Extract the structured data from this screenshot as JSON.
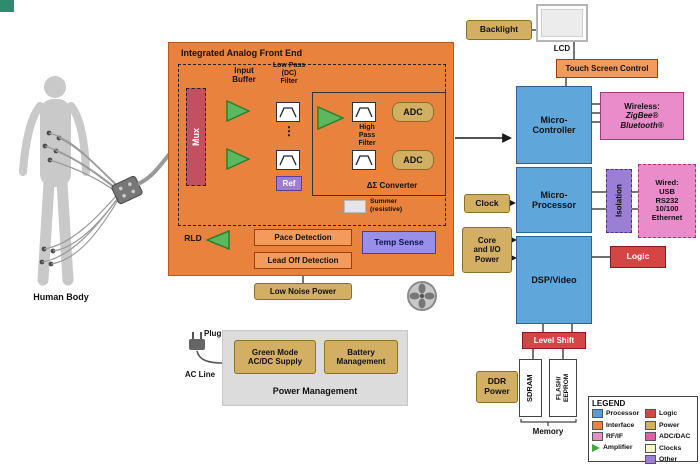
{
  "body": {
    "label": "Human Body"
  },
  "afe": {
    "title": "Integrated Analog Front End",
    "mux": "Mux",
    "input_buffer": "Input\nBuffer",
    "low_pass_filter": "Low Pass\n(DC)\nFilter",
    "dots": "⋮",
    "ref": "Ref",
    "high_pass_filter": "High\nPass\nFilter",
    "adc_top": "ADC",
    "adc_bottom": "ADC",
    "converter": "ΔΣ Converter",
    "summer": "Summer\n(resistive)",
    "rld": "RLD",
    "pace_detection": "Pace Detection",
    "lead_off_detection": "Lead Off Detection",
    "temp_sense": "Temp Sense",
    "low_noise_power": "Low Noise Power"
  },
  "display": {
    "backlight": "Backlight",
    "lcd": "LCD",
    "touch": "Touch Screen Control"
  },
  "processors": {
    "mcu": "Micro-\nController",
    "mpu": "Micro-\nProcessor",
    "dsp": "DSP/Video"
  },
  "comms": {
    "wireless_title": "Wireless:",
    "wireless_1": "ZigBee®",
    "wireless_2": "Bluetooth®",
    "isolation": "Isolation",
    "wired": "Wired:\nUSB\nRS232\n10/100\nEthernet",
    "logic": "Logic"
  },
  "power": {
    "clock": "Clock",
    "core_io": "Core\nand I/O\nPower",
    "level_shift": "Level Shift",
    "ddr": "DDR\nPower",
    "plug": "Plug",
    "ac_line": "AC Line",
    "green_mode": "Green Mode\nAC/DC Supply",
    "battery": "Battery\nManagement",
    "title": "Power Management"
  },
  "memory": {
    "sdram": "SDRAM",
    "flash": "FLASH/\nEEPROM",
    "label": "Memory"
  },
  "legend": {
    "title": "LEGEND",
    "items_left": [
      {
        "label": "Processor",
        "color": "#5B9BD5"
      },
      {
        "label": "Interface",
        "color": "#E8823C"
      },
      {
        "label": "RF/IF",
        "color": "#E88BC8"
      },
      {
        "label": "Amplifier",
        "color": "#3FA93F"
      }
    ],
    "items_right": [
      {
        "label": "Logic",
        "color": "#D64545"
      },
      {
        "label": "Power",
        "color": "#D2AF62"
      },
      {
        "label": "ADC/DAC",
        "color": "#E060A8"
      },
      {
        "label": "Clocks",
        "color": "#F5F5C8"
      },
      {
        "label": "Other",
        "color": "#9B7FD4"
      }
    ]
  },
  "colors": {
    "afe_bg": "#E8823C",
    "corner_accent": "#2E8C6E"
  }
}
